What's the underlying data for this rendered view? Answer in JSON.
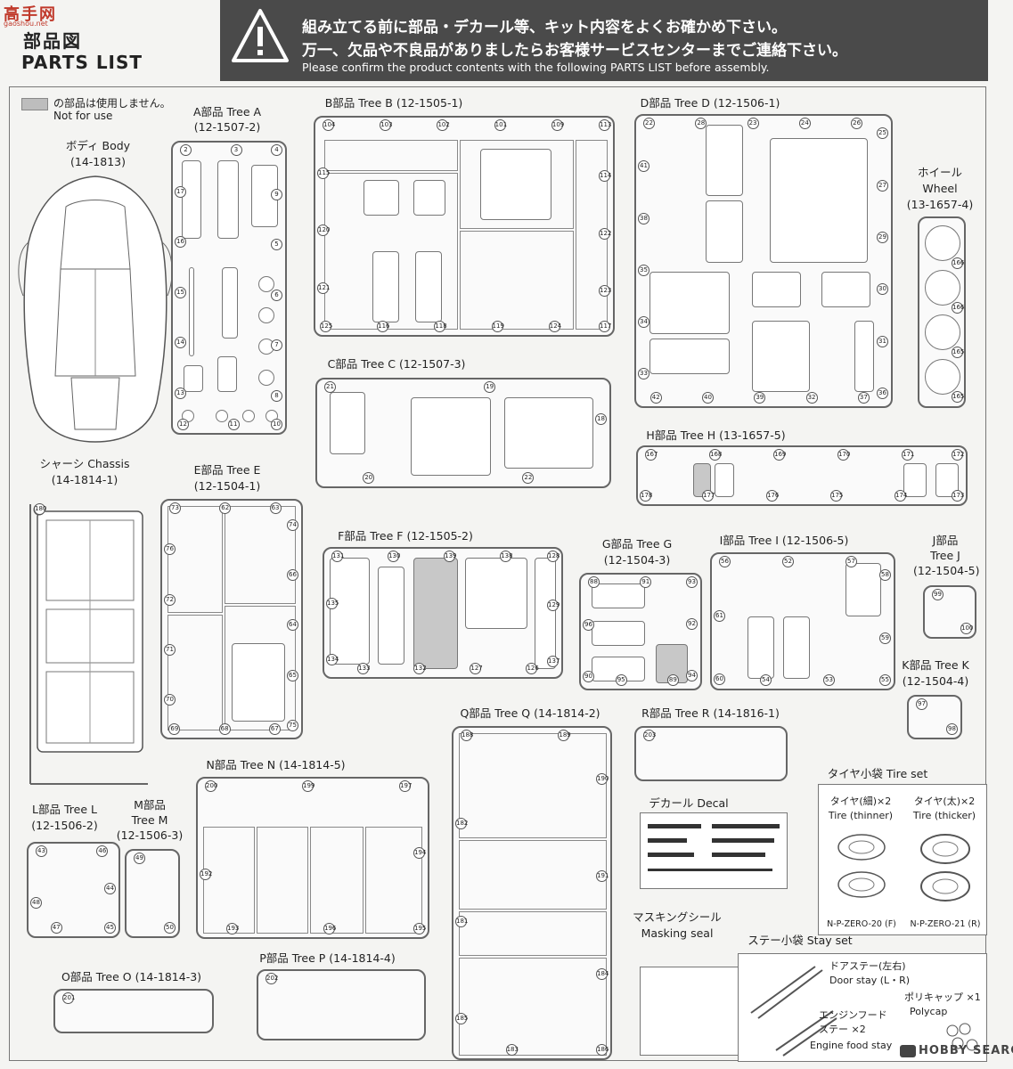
{
  "logo": {
    "text": "高手网",
    "sub": "gaoshou.net"
  },
  "header": {
    "title_jp": "部品図",
    "title_en": "PARTS LIST",
    "notice_jp_1": "組み立てる前に部品・デカール等、キット内容をよくお確かめ下さい。",
    "notice_jp_2": "万一、欠品や不良品がありましたらお客様サービスセンターまでご連絡下さい。",
    "notice_en": "Please confirm the product contents with the following PARTS LIST before assembly."
  },
  "legend": {
    "jp": "の部品は使用しません。",
    "en": "Not for use"
  },
  "body": {
    "title": "ボディ Body",
    "code": "(14-1813)"
  },
  "chassis": {
    "title": "シャーシ Chassis",
    "code": "(14-1814-1)",
    "num": "180"
  },
  "wheel": {
    "title_jp": "ホイール",
    "title_en": "Wheel",
    "code": "(13-1657-4)",
    "parts": [
      "166",
      "166",
      "165",
      "165"
    ]
  },
  "trees": {
    "A": {
      "title": "A部品 Tree A",
      "code": "(12-1507-2)",
      "parts": [
        "2",
        "3",
        "4",
        "9",
        "5",
        "6",
        "7",
        "8",
        "10",
        "11",
        "12",
        "13",
        "14",
        "15",
        "16",
        "17"
      ]
    },
    "B": {
      "title": "B部品 Tree B (12-1505-1)",
      "parts": [
        "104",
        "103",
        "102",
        "101",
        "109",
        "113",
        "114",
        "122",
        "123",
        "117",
        "124",
        "119",
        "118",
        "116",
        "125",
        "121",
        "120",
        "115"
      ]
    },
    "C": {
      "title": "C部品 Tree C (12-1507-3)",
      "parts": [
        "21",
        "19",
        "18",
        "22",
        "20"
      ]
    },
    "D": {
      "title": "D部品 Tree D (12-1506-1)",
      "parts": [
        "22",
        "28",
        "23",
        "24",
        "26",
        "25",
        "27",
        "29",
        "30",
        "31",
        "36",
        "37",
        "32",
        "39",
        "40",
        "42",
        "33",
        "34",
        "35",
        "38",
        "41"
      ]
    },
    "E": {
      "title": "E部品 Tree E",
      "code": "(12-1504-1)",
      "parts": [
        "73",
        "62",
        "63",
        "74",
        "66",
        "64",
        "65",
        "75",
        "67",
        "68",
        "69",
        "70",
        "71",
        "72",
        "76"
      ]
    },
    "F": {
      "title": "F部品 Tree F (12-1505-2)",
      "parts": [
        "131",
        "130",
        "139",
        "138",
        "128",
        "129",
        "137",
        "126",
        "127",
        "132",
        "133",
        "134",
        "135"
      ]
    },
    "G": {
      "title": "G部品 Tree G",
      "code": "(12-1504-3)",
      "parts": [
        "88",
        "91",
        "93",
        "92",
        "94",
        "89",
        "95",
        "90",
        "96"
      ]
    },
    "H": {
      "title": "H部品 Tree H (13-1657-5)",
      "parts": [
        "167",
        "168",
        "169",
        "170",
        "171",
        "172",
        "173",
        "174",
        "175",
        "176",
        "177",
        "178"
      ]
    },
    "I": {
      "title": "I部品 Tree I (12-1506-5)",
      "parts": [
        "56",
        "52",
        "57",
        "58",
        "59",
        "55",
        "53",
        "54",
        "60",
        "61"
      ]
    },
    "J": {
      "title": "J部品",
      "title2": "Tree J",
      "code": "(12-1504-5)",
      "parts": [
        "99",
        "100"
      ]
    },
    "K": {
      "title": "K部品 Tree K",
      "code": "(12-1504-4)",
      "parts": [
        "97",
        "98"
      ]
    },
    "L": {
      "title": "L部品 Tree L",
      "code": "(12-1506-2)",
      "parts": [
        "43",
        "46",
        "44",
        "45",
        "47",
        "48"
      ]
    },
    "M": {
      "title": "M部品",
      "title2": "Tree M",
      "code": "(12-1506-3)",
      "parts": [
        "49",
        "50"
      ]
    },
    "N": {
      "title": "N部品 Tree N (14-1814-5)",
      "parts": [
        "200",
        "199",
        "197",
        "194",
        "195",
        "196",
        "193",
        "192"
      ]
    },
    "O": {
      "title": "O部品 Tree O (14-1814-3)",
      "parts": [
        "201"
      ]
    },
    "P": {
      "title": "P部品 Tree P (14-1814-4)",
      "parts": [
        "202"
      ]
    },
    "Q": {
      "title": "Q部品 Tree Q (14-1814-2)",
      "parts": [
        "188",
        "189",
        "190",
        "191",
        "184",
        "186",
        "183",
        "185",
        "181",
        "182"
      ]
    },
    "R": {
      "title": "R部品 Tree R (14-1816-1)",
      "parts": [
        "203"
      ]
    }
  },
  "decal": {
    "title": "デカール Decal"
  },
  "masking": {
    "title_jp": "マスキングシール",
    "title_en": "Masking seal"
  },
  "tire_set": {
    "title": "タイヤ小袋 Tire set",
    "thin_jp": "タイヤ(細)×2",
    "thin_en": "Tire (thinner)",
    "thin_code": "N-P-ZERO-20 (F)",
    "thick_jp": "タイヤ(太)×2",
    "thick_en": "Tire (thicker)",
    "thick_code": "N-P-ZERO-21 (R)"
  },
  "stay_set": {
    "title": "ステー小袋 Stay set",
    "door_jp": "ドアステー(左右)",
    "door_en": "Door stay (L・R)",
    "engine_jp1": "エンジンフード",
    "engine_jp2": "ステー ×2",
    "engine_en": "Engine food stay",
    "poly_jp": "ポリキャップ ×1",
    "poly_en": "Polycap"
  },
  "watermark": "HOBBY SEARCH"
}
